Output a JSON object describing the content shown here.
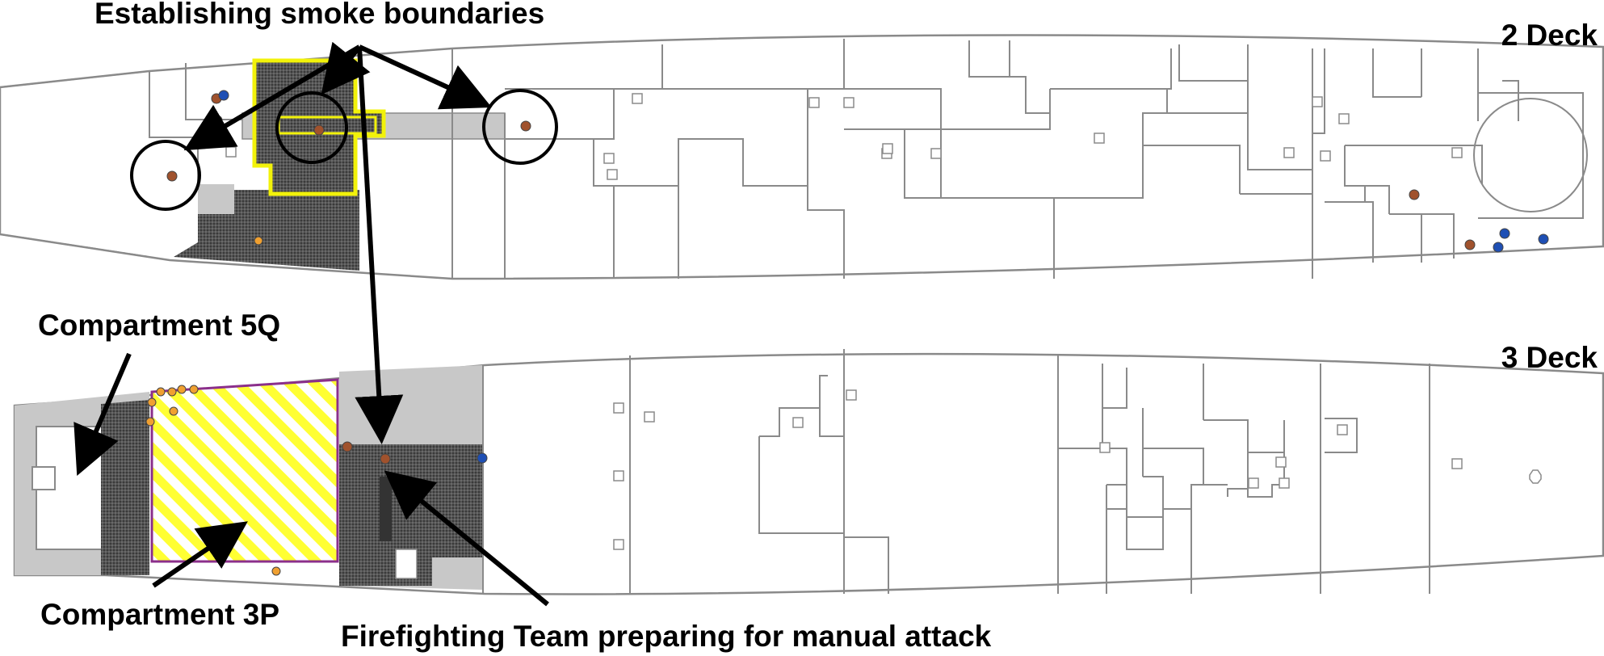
{
  "labels": {
    "smoke_boundaries": "Establishing smoke boundaries",
    "deck2": "2 Deck",
    "deck3": "3 Deck",
    "compartment_5q": "Compartment 5Q",
    "compartment_3p": "Compartment 3P",
    "firefighting": "Firefighting Team preparing for manual attack"
  },
  "colors": {
    "background": "#ffffff",
    "walls": "#8a8a8a",
    "smoke_dark": "#4d4d4d",
    "smoke_light": "#c8c8c8",
    "boundary_highlight": "#f2f20a",
    "fire_stripe": "#ffff33",
    "fire_border": "#8b2f8b",
    "person_orange": "#f0a030",
    "person_brown": "#a0522d",
    "person_blue": "#1e4fb4",
    "arrows": "#000000"
  }
}
